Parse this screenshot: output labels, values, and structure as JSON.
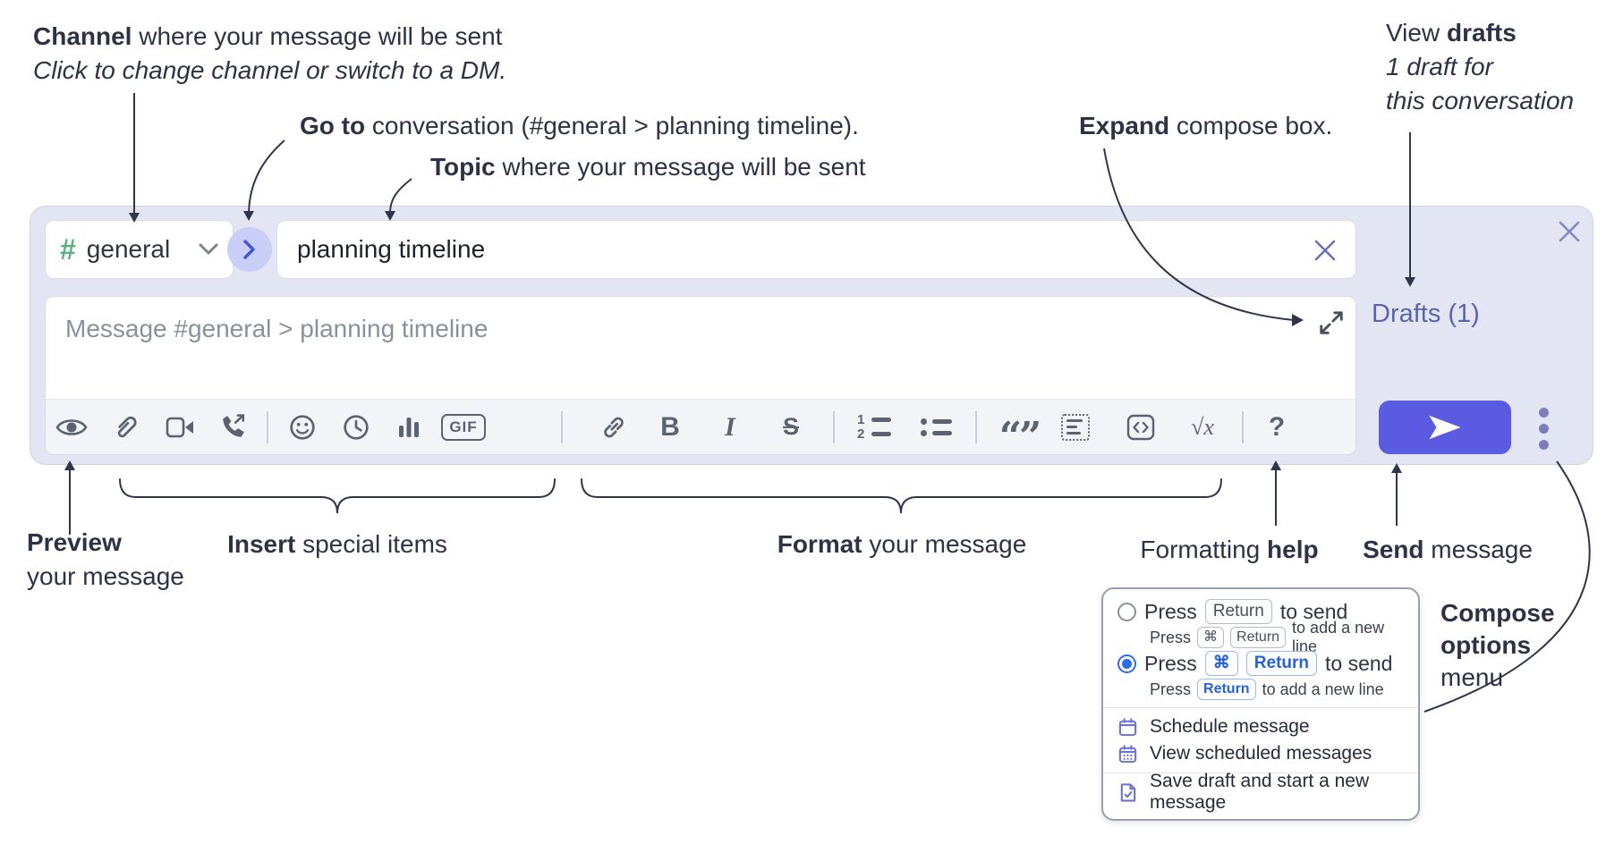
{
  "annotations": {
    "channel": {
      "bold": "Channel",
      "rest": " where your message will be sent",
      "note": "Click to change channel or switch to a DM."
    },
    "goto": {
      "bold": "Go to",
      "rest": " conversation (#general > planning timeline)."
    },
    "topic": {
      "bold": "Topic",
      "rest": " where your message will be sent"
    },
    "expand": {
      "bold": "Expand",
      "rest": " compose box."
    },
    "view_drafts": {
      "pre": "View ",
      "bold": "drafts",
      "line2": "1 draft for",
      "line3": "this conversation"
    },
    "preview": {
      "bold": "Preview",
      "line2": "your message"
    },
    "insert": {
      "bold": "Insert",
      "rest": " special items"
    },
    "format": {
      "bold": "Format",
      "rest": " your message"
    },
    "formatting_help": {
      "pre": "Formatting ",
      "bold": "help"
    },
    "send": {
      "bold": "Send",
      "rest": " message"
    },
    "compose_options": {
      "line1": "Compose",
      "line2": "options",
      "line3": "menu"
    }
  },
  "composer": {
    "channel": {
      "hash": "#",
      "name": "general"
    },
    "topic_input": {
      "value": "planning timeline"
    },
    "message_input": {
      "placeholder": "Message #general > planning timeline"
    },
    "drafts_link": "Drafts (1)",
    "toolbar_icons": [
      "preview-eye",
      "attach-paperclip",
      "video-call",
      "audio-call",
      "emoji",
      "schedule-clock",
      "poll-bar-chart",
      "gif",
      "link",
      "bold",
      "italic",
      "strikethrough",
      "ordered-list",
      "bulleted-list",
      "blockquote",
      "code-block",
      "inline-code",
      "math",
      "formatting-help"
    ],
    "glyphs": {
      "gif": "GIF",
      "bold": "B",
      "italic": "I",
      "strike": "S",
      "quotes": "“”",
      "math_root": "√",
      "math_x": "x",
      "help": "?",
      "ol1": "1",
      "ol2": "2"
    }
  },
  "popup": {
    "options": [
      {
        "selected": false,
        "main_pre": "Press",
        "main_key1": "Return",
        "main_post": "to send",
        "sub_pre": "Press",
        "sub_key1": "⌘",
        "sub_key2": "Return",
        "sub_post": "to add a new line"
      },
      {
        "selected": true,
        "main_pre": "Press",
        "main_key1": "⌘",
        "main_key2": "Return",
        "main_post": "to send",
        "sub_pre": "Press",
        "sub_key1": "Return",
        "sub_post": "to add a new line"
      }
    ],
    "menu": [
      {
        "label": "Schedule message"
      },
      {
        "label": "View scheduled messages"
      },
      {
        "label": "Save draft and start a new message"
      }
    ]
  },
  "colors": {
    "composer_bg": "#e3e6f2",
    "send_button": "#5a5be0",
    "drafts_link": "#5b63aa",
    "hash_green": "#58b27e",
    "goto_circle_bg": "#c8cef6",
    "goto_chevron": "#4156d8",
    "radio_selected": "#2b6ce8",
    "key_highlight": "#2563d6",
    "menu_icon_purple": "#6f73ce",
    "toolbar_icon": "#5c6270",
    "annotation_text": "#2d3245"
  }
}
